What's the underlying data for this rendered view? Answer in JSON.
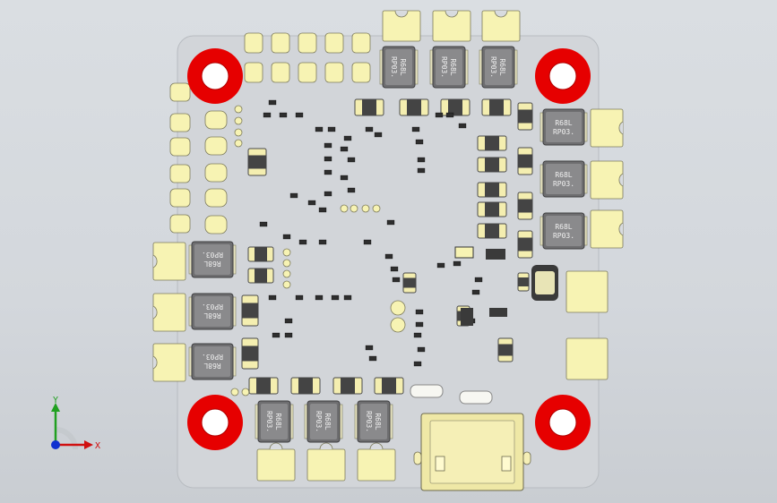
{
  "viewport": {
    "background_top": "#dadee2",
    "background_bottom": "#c9cdd2"
  },
  "colors": {
    "board": "#d2d5d9",
    "pad": "#f7f3b3",
    "pad_stroke": "#7d7b5c",
    "hole": "#e60000",
    "hole_inner": "#ffffff",
    "inductor_body": "#6e6e70",
    "inductor_top": "#8a8a8c",
    "component_dark": "#3a3a3a",
    "usb_body": "#efe8a6",
    "axis_x": "#d01010",
    "axis_y": "#20a020",
    "axis_z": "#1030d0"
  },
  "inductor_marking": {
    "line1": "R68L",
    "line2": "RP03."
  },
  "triad": {
    "x_label": "X",
    "y_label": "Y"
  }
}
